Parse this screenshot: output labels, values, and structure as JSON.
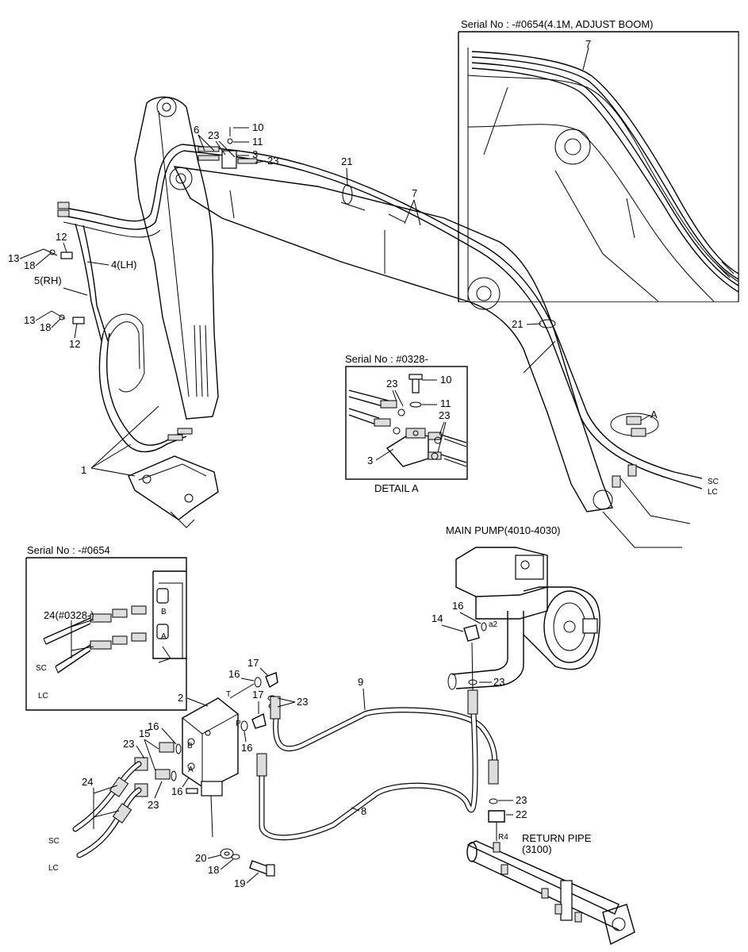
{
  "headers": {
    "top_right": "Serial No : -#0654(4.1M, ADJUST BOOM)",
    "detail_a": "Serial No : #0328-",
    "bottom_left": "Serial No : -#0654"
  },
  "captions": {
    "detail_a": "DETAIL  A",
    "main_pump": "MAIN PUMP(4010-4030)",
    "return_pipe_line1": "RETURN PIPE",
    "return_pipe_line2": "(3100)"
  },
  "boom_labels": {
    "p6": "6",
    "p23a": "23",
    "p10": "10",
    "p11": "11",
    "p3": "3",
    "p23b": "23",
    "p21a": "21",
    "p7": "7",
    "p21b": "21",
    "a": "A",
    "sc": "SC",
    "lc": "LC",
    "p12a": "12",
    "p13a": "13",
    "p18a": "18",
    "p4lh": "4(LH)",
    "p5rh": "5(RH)",
    "p13b": "13",
    "p18b": "18",
    "p12b": "12",
    "p1": "1"
  },
  "inset_top_labels": {
    "p7": "7"
  },
  "detail_labels": {
    "p10": "10",
    "p23a": "23",
    "p11": "11",
    "p23b": "23",
    "p3": "3"
  },
  "inset_bottom_labels": {
    "p24": "24(#0328-)",
    "sc": "SC",
    "lc": "LC",
    "portB": "B",
    "portA": "A"
  },
  "piping_labels": {
    "p2": "2",
    "t": "T",
    "p17a": "17",
    "p16a": "16",
    "p17b": "17",
    "p23a": "23",
    "pp": "P",
    "p16b": "16",
    "p15": "15",
    "p16c": "16",
    "p23b": "23",
    "portB": "B",
    "portA": "A",
    "p24": "24",
    "p23c": "23",
    "p16d": "16",
    "sc": "SC",
    "lc": "LC",
    "p20": "20",
    "p18": "18",
    "p19": "19",
    "p9": "9",
    "p8": "8",
    "p14": "14",
    "p16e": "16",
    "a2": "a2",
    "p23d": "23",
    "p23e": "23",
    "p22": "22",
    "r4": "R4"
  }
}
